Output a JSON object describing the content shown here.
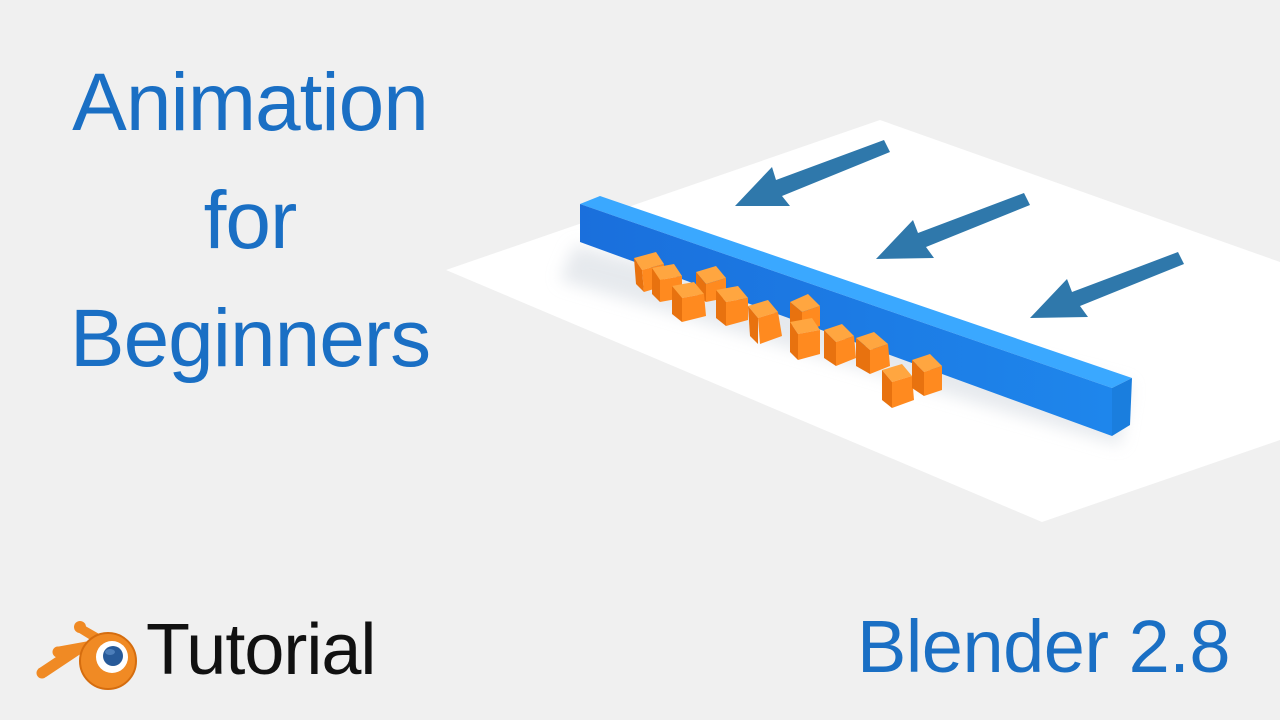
{
  "title": {
    "lines": [
      "Animation",
      "for",
      "Beginners"
    ]
  },
  "badge": {
    "icon": "blender-logo-icon",
    "label": "Tutorial"
  },
  "version": {
    "label": "Blender 2.8"
  },
  "colors": {
    "background": "#f0f0f0",
    "title_blue": "#1a6fc4",
    "bar_blue": "#1e8ff0",
    "arrow_blue": "#2f78ab",
    "cube_orange": "#ff8a1f",
    "plane_white": "#ffffff",
    "tutorial_text": "#111111"
  },
  "scene": {
    "description": "3D render: blue bar pushing orange cubes on white plane, three arrows indicating direction",
    "arrow_count": 3,
    "cube_count": 14
  }
}
